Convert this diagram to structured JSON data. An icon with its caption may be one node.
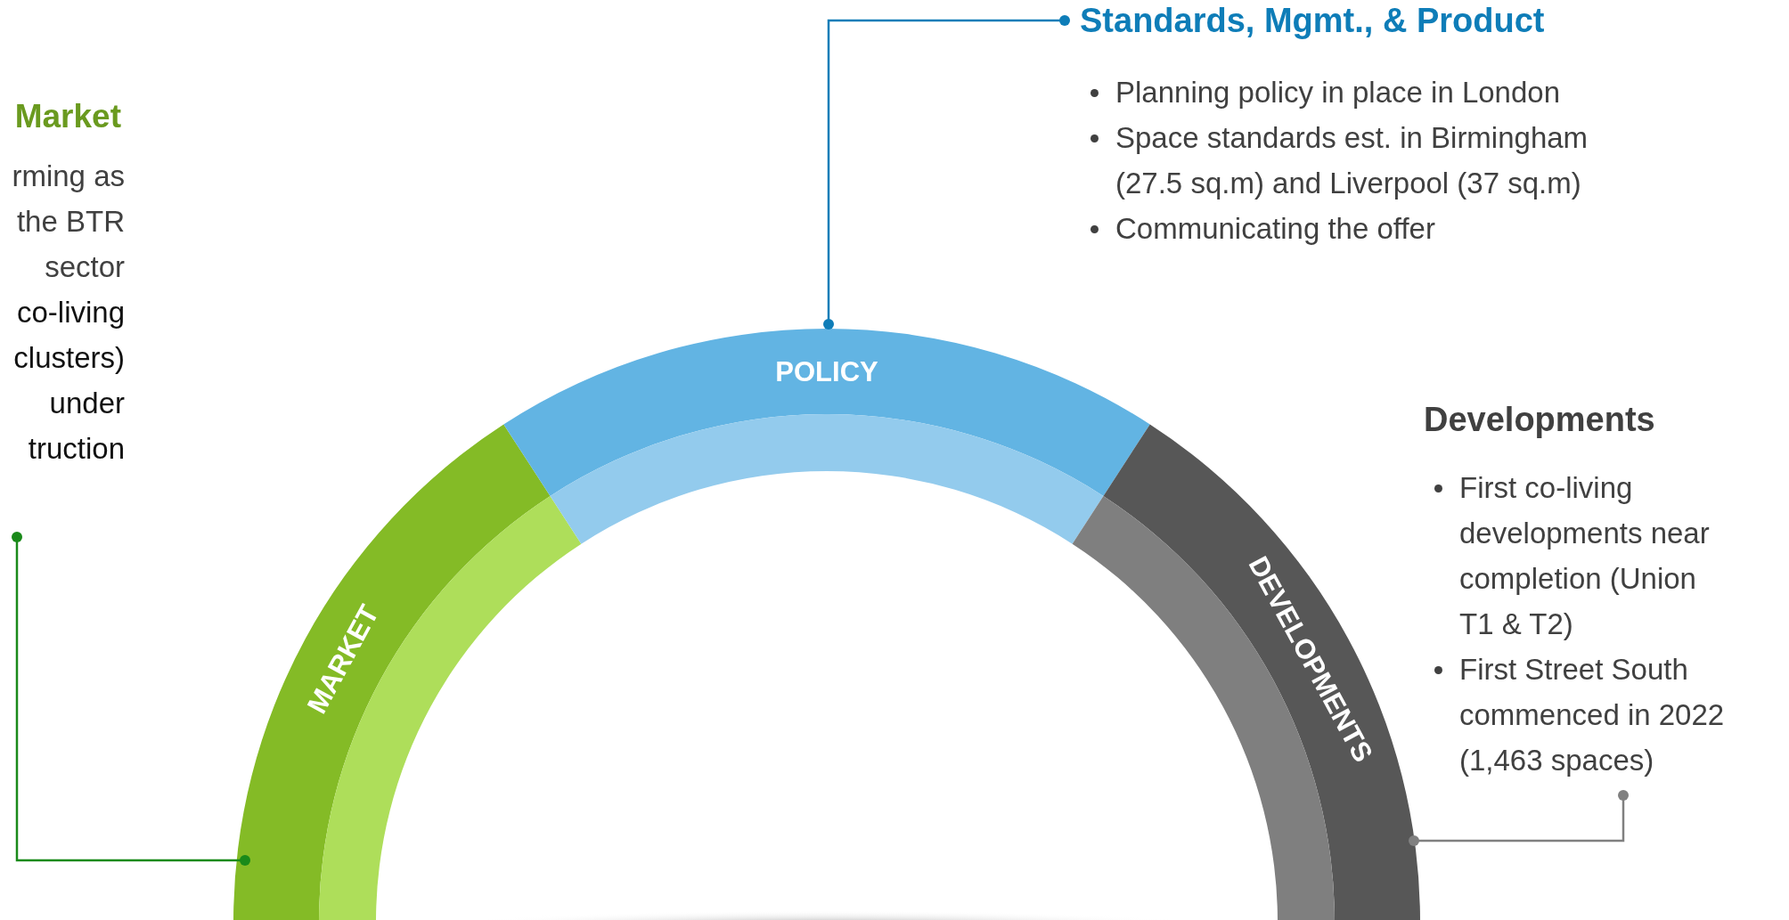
{
  "diagram": {
    "nodes": [
      {
        "text": [
          "Market",
          "rming as the BTR sector",
          "co-living clusters) under truction"
        ]
      },
      {
        "text": [
          "Standards, Mgmt., & Product",
          "Planning policy in place in London",
          "Space standards est. in Birmingham (27.5 sq.m) and Liverpool (37 sq.m)",
          "Communicating the offer"
        ]
      },
      {
        "text": [
          "Developments",
          "First co-living developments near completion (Union T1 & T2)",
          "First Street South commenced in 2022 (1,463 spaces)"
        ]
      },
      {
        "text": [
          "MARKET"
        ]
      },
      {
        "text": [
          "POLICY"
        ]
      },
      {
        "text": [
          "DEVELOPMENTS"
        ]
      }
    ],
    "edges": [
      {
        "from": 0,
        "to": 3,
        "arrow": "other",
        "color": "#1a8a1a"
      },
      {
        "from": 1,
        "to": 4,
        "arrow": "other",
        "color": "#0e7db8"
      },
      {
        "from": 2,
        "to": 5,
        "arrow": "other",
        "color": "#808080"
      }
    ]
  }
}
